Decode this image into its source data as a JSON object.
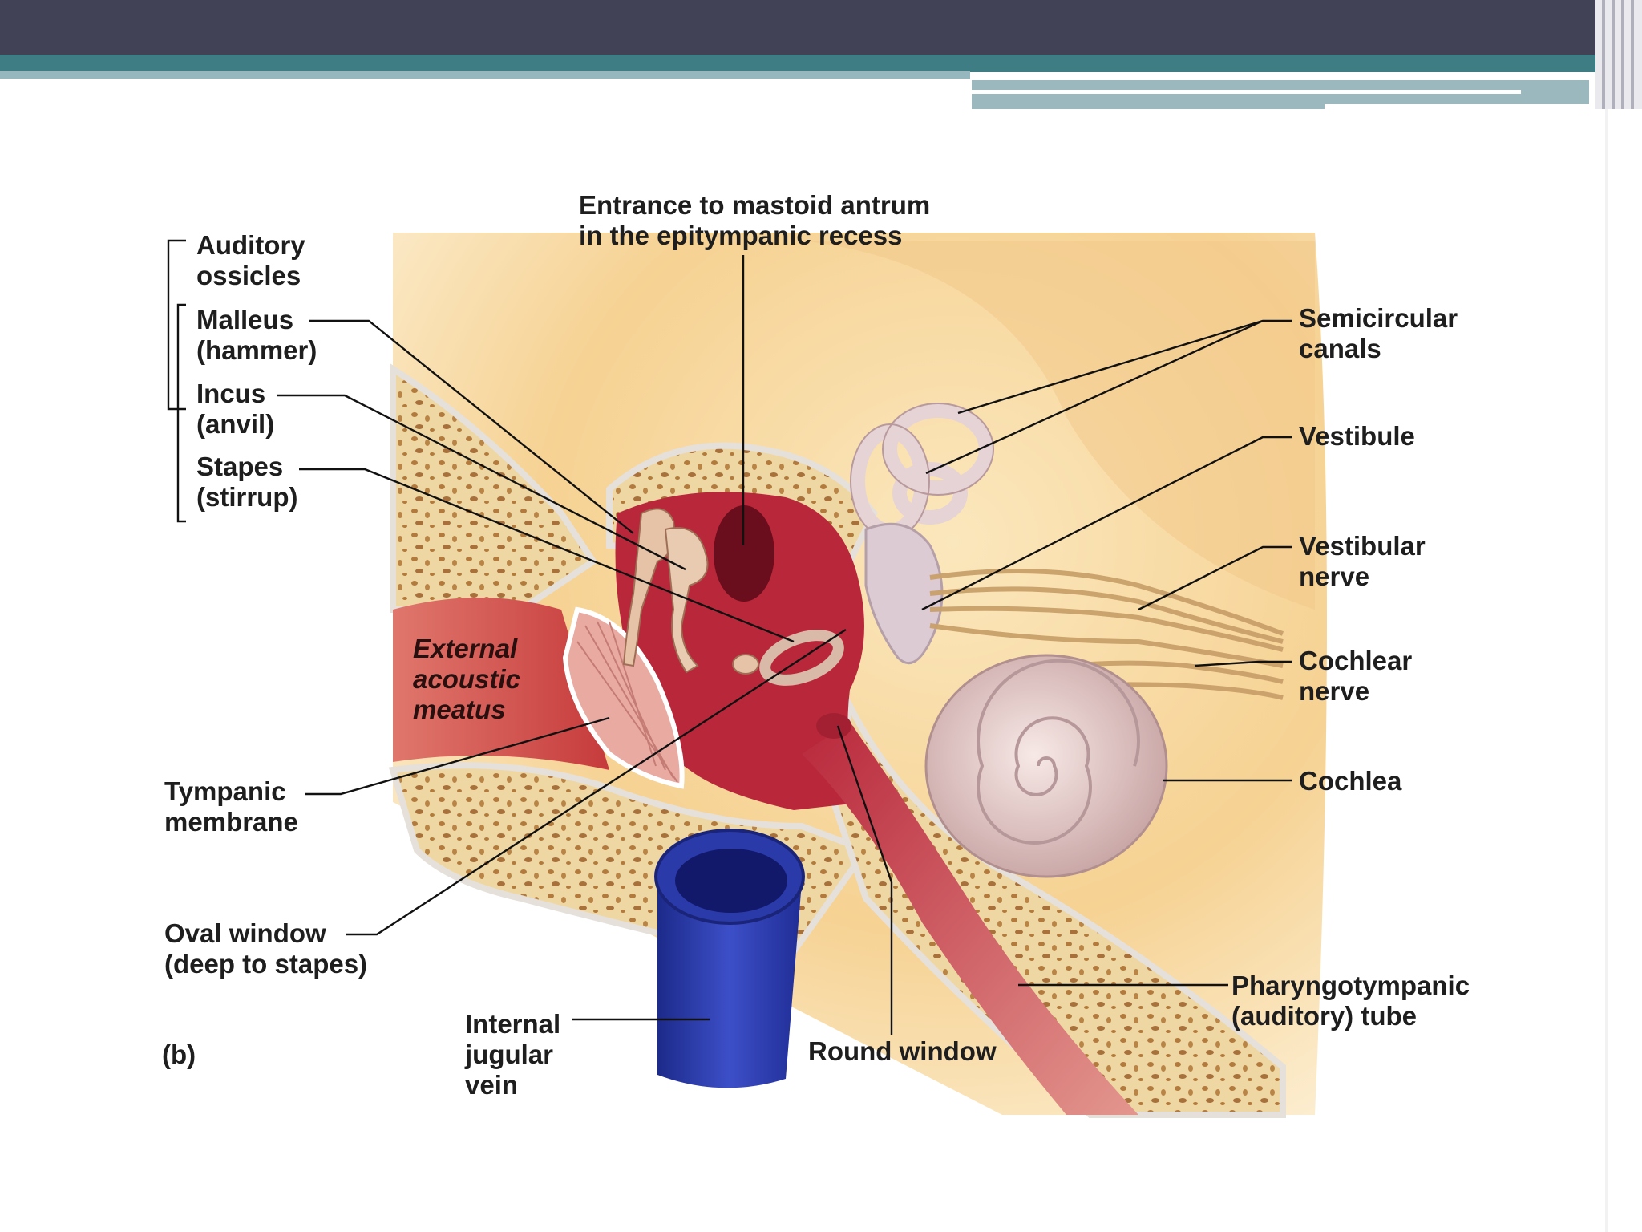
{
  "slide": {
    "colors": {
      "title_bar": "#424257",
      "accent_teal": "#3f7d85",
      "accent_light": "#95b7bd"
    }
  },
  "diagram": {
    "panel_tag": "(b)",
    "labels": {
      "auditory_ossicles": "Auditory\nossicles",
      "malleus": "Malleus\n(hammer)",
      "incus": "Incus\n(anvil)",
      "stapes": "Stapes\n(stirrup)",
      "mastoid": "Entrance to mastoid antrum\nin the epitympanic recess",
      "semicircular": "Semicircular\ncanals",
      "vestibule": "Vestibule",
      "vestibular_nerve": "Vestibular\nnerve",
      "cochlear_nerve": "Cochlear\nnerve",
      "cochlea": "Cochlea",
      "external_meatus": "External\nacoustic\nmeatus",
      "tympanic": "Tympanic\nmembrane",
      "oval_window": "Oval window\n(deep to stapes)",
      "jugular": "Internal\njugular\nvein",
      "round_window": "Round window",
      "pharyngotympanic": "Pharyngotympanic\n(auditory) tube"
    },
    "colors": {
      "background_warm": "#f7d69a",
      "bone_spongy": "#efd7a4",
      "bone_dots": "#b27a3c",
      "meatus_red": "#cf4d45",
      "cavity_red": "#b8283a",
      "cochlea_pink": "#e6c8c4",
      "vein_blue": "#2b3aa8",
      "nerve_tan": "#c9a06a"
    }
  }
}
